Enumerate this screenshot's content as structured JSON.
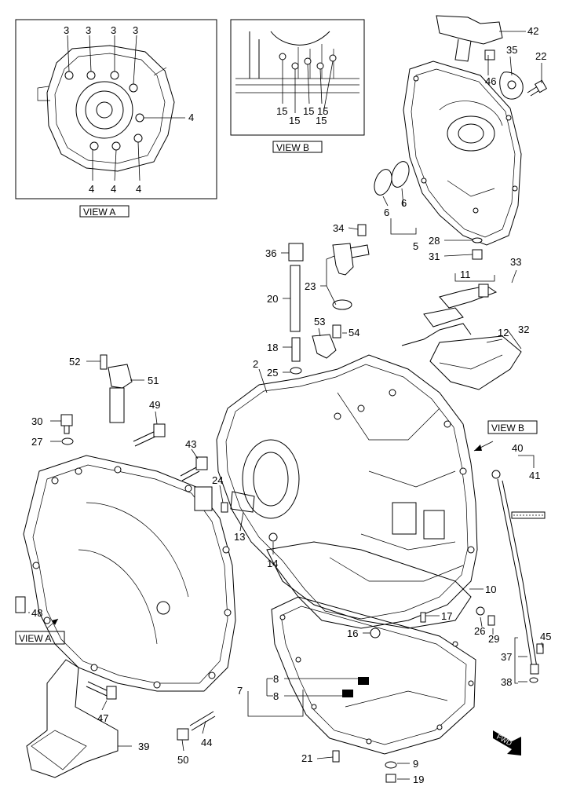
{
  "views": {
    "view_a_label": "VIEW A",
    "view_b_label": "VIEW B",
    "view_a_pointer_label": "VIEW A",
    "view_b_pointer_label": "VIEW B"
  },
  "view_a_callouts": {
    "top": [
      "3",
      "3",
      "3",
      "3"
    ],
    "right": "4",
    "bottom": [
      "4",
      "4",
      "4"
    ]
  },
  "view_b_callouts": [
    "15",
    "15",
    "15",
    "15",
    "15"
  ],
  "callouts": {
    "p2": "2",
    "p5": "5",
    "p6a": "6",
    "p6b": "6",
    "p7": "7",
    "p8a": "8",
    "p8b": "8",
    "p9": "9",
    "p10": "10",
    "p11": "11",
    "p12": "12",
    "p13": "13",
    "p14": "14",
    "p16": "16",
    "p17": "17",
    "p18": "18",
    "p19": "19",
    "p20": "20",
    "p21": "21",
    "p22": "22",
    "p23": "23",
    "p24": "24",
    "p25": "25",
    "p26": "26",
    "p27": "27",
    "p28": "28",
    "p29": "29",
    "p30": "30",
    "p31": "31",
    "p32": "32",
    "p33": "33",
    "p34": "34",
    "p35": "35",
    "p36": "36",
    "p37": "37",
    "p38": "38",
    "p39": "39",
    "p40": "40",
    "p41": "41",
    "p42": "42",
    "p43": "43",
    "p44": "44",
    "p45": "45",
    "p46": "46",
    "p47": "47",
    "p48": "48",
    "p49": "49",
    "p50": "50",
    "p51": "51",
    "p52": "52",
    "p53": "53",
    "p54": "54"
  },
  "fwd_label": "FWD"
}
